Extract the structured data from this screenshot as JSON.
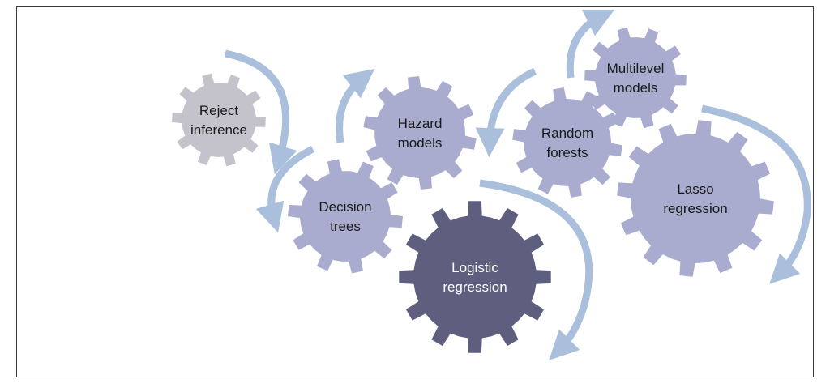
{
  "colors": {
    "gear_gray": "#C4C3CC",
    "gear_lavender": "#A9ACCE",
    "gear_dark": "#5E5F7F",
    "arrow": "#A9BFDB",
    "text_dark": "#1A1A1A",
    "text_light": "#FFFFFF",
    "frame": "#3A3A3A"
  },
  "gears": [
    {
      "id": "reject-inference",
      "lines": [
        "Reject",
        "inference"
      ],
      "style": "gray"
    },
    {
      "id": "decision-trees",
      "lines": [
        "Decision",
        "trees"
      ],
      "style": "lavender"
    },
    {
      "id": "hazard-models",
      "lines": [
        "Hazard",
        "models"
      ],
      "style": "lavender"
    },
    {
      "id": "logistic-regression",
      "lines": [
        "Logistic",
        "regression"
      ],
      "style": "dark"
    },
    {
      "id": "random-forests",
      "lines": [
        "Random",
        "forests"
      ],
      "style": "lavender"
    },
    {
      "id": "multilevel-models",
      "lines": [
        "Multilevel",
        "models"
      ],
      "style": "lavender"
    },
    {
      "id": "lasso-regression",
      "lines": [
        "Lasso",
        "regression"
      ],
      "style": "lavender"
    }
  ]
}
